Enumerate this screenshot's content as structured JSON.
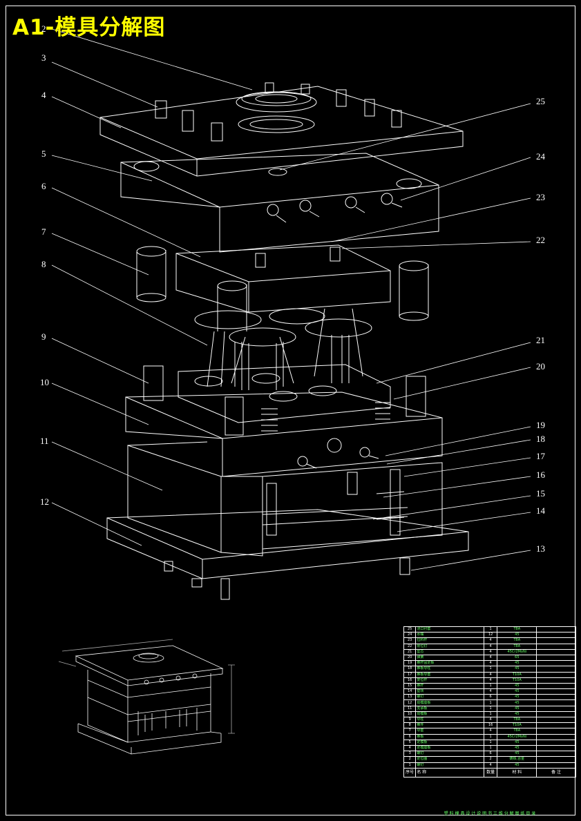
{
  "title": "A1-模具分解图",
  "callouts": [
    "2",
    "3",
    "4",
    "5",
    "6",
    "7",
    "8",
    "9",
    "10",
    "11",
    "12",
    "25",
    "24",
    "23",
    "22",
    "21",
    "20",
    "19",
    "18",
    "17",
    "16",
    "15",
    "14",
    "13"
  ],
  "bom": {
    "rows": [
      {
        "no": "25",
        "name": "浇口衬套",
        "qty": "1",
        "mat": "T8A",
        "note": ""
      },
      {
        "no": "24",
        "name": "水嘴",
        "qty": "12",
        "mat": "45",
        "note": ""
      },
      {
        "no": "23",
        "name": "拉料杆",
        "qty": "4",
        "mat": "T8A",
        "note": ""
      },
      {
        "no": "22",
        "name": "限位钉",
        "qty": "4",
        "mat": "T8A",
        "note": ""
      },
      {
        "no": "21",
        "name": "型芯",
        "qty": "4",
        "mat": "45Cr2MoNi",
        "note": ""
      },
      {
        "no": "20",
        "name": "弹簧",
        "qty": "4",
        "mat": "65",
        "note": ""
      },
      {
        "no": "19",
        "name": "推杆固定板",
        "qty": "4",
        "mat": "45",
        "note": ""
      },
      {
        "no": "18",
        "name": "推板导柱",
        "qty": "1",
        "mat": "45",
        "note": ""
      },
      {
        "no": "17",
        "name": "推板导套",
        "qty": "4",
        "mat": "T10A",
        "note": ""
      },
      {
        "no": "16",
        "name": "复位杆",
        "qty": "4",
        "mat": "T10A",
        "note": ""
      },
      {
        "no": "15",
        "name": "推杆",
        "qty": "1",
        "mat": "45",
        "note": ""
      },
      {
        "no": "14",
        "name": "垫块",
        "qty": "4",
        "mat": "45",
        "note": ""
      },
      {
        "no": "13",
        "name": "螺钉",
        "qty": "6",
        "mat": "45",
        "note": ""
      },
      {
        "no": "12",
        "name": "动模座板",
        "qty": "1",
        "mat": "45",
        "note": ""
      },
      {
        "no": "11",
        "name": "支承板",
        "qty": "1",
        "mat": "45",
        "note": ""
      },
      {
        "no": "10",
        "name": "动模板",
        "qty": "1",
        "mat": "45",
        "note": ""
      },
      {
        "no": "9",
        "name": "导柱",
        "qty": "4",
        "mat": "T8A",
        "note": ""
      },
      {
        "no": "8",
        "name": "推件",
        "qty": "16",
        "mat": "T10A",
        "note": ""
      },
      {
        "no": "7",
        "name": "导套",
        "qty": "4",
        "mat": "T8A",
        "note": ""
      },
      {
        "no": "6",
        "name": "推板",
        "qty": "1",
        "mat": "45Cr2MoNi",
        "note": ""
      },
      {
        "no": "5",
        "name": "定模板",
        "qty": "1",
        "mat": "45",
        "note": ""
      },
      {
        "no": "4",
        "name": "定模座板",
        "qty": "1",
        "mat": "45",
        "note": ""
      },
      {
        "no": "3",
        "name": "螺钉",
        "qty": "6",
        "mat": "45",
        "note": ""
      },
      {
        "no": "2",
        "name": "定位圈",
        "qty": "2",
        "mat": "铸铁,合金",
        "note": ""
      },
      {
        "no": "1",
        "name": "螺钉",
        "qty": "4",
        "mat": "45",
        "note": ""
      }
    ],
    "header": {
      "no": "序号",
      "name": "名 称",
      "qty": "数量",
      "mat": "材 料",
      "note": "备 注"
    },
    "footer": "塑 料 模 具 设 计 说 明 书 三 维 分 解 图 纸 目 录"
  }
}
